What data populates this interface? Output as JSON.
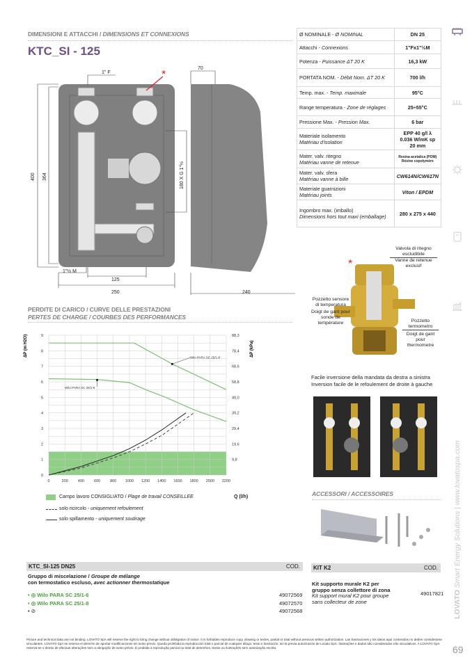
{
  "header": {
    "section": "DIMENSIONI E ATTACCHI / ",
    "section_fr": "DIMENSIONS ET CONNEXIONS",
    "title": "KTC_SI - 125"
  },
  "specs": [
    {
      "it": "Ø NOMINALE - ",
      "fr": "Ø NOMINAL",
      "value": "DN 25"
    },
    {
      "it": "Attacchi - ",
      "fr": "Connexions",
      "value": "1\"Fx1\"½M"
    },
    {
      "it": "Potenza - ",
      "fr": "Puissance ΔT 20 K",
      "value": "16,3 kW"
    },
    {
      "it": "PORTATA NOM.  - ",
      "fr": "Débit Nom. ΔT 20 K",
      "value": "700 l/h"
    },
    {
      "it": "Temp. max. - ",
      "fr": "Temp. maximale",
      "value": "95°C"
    },
    {
      "it": "Range temperatura  - ",
      "fr": "Zone de réglages",
      "value": "25÷55°C"
    },
    {
      "it": "Pressione Max. - ",
      "fr": "Pression Max.",
      "value": "6 bar"
    },
    {
      "it": "Materiale isolamento",
      "fr": "Matériau d'isolation",
      "value": "EPP 40 g/l λ 0.036 W/mK sp 20 mm"
    },
    {
      "it": "Mater. valv. ritegno",
      "fr": "Matériau vanne de retenue",
      "value": "Resina acetalica (POM) Résine copolymère"
    },
    {
      "it": "Mater. valv. sfera",
      "fr": "Matériau vanne à bille",
      "value": "CW614N/CW617N"
    },
    {
      "it": "Materiale guarnizioni",
      "fr": "Matériau joints",
      "value": "Viton / EPDM"
    },
    {
      "it": "Ingombro max. (imballo)",
      "fr": "Dimensions hors tout maxi (emballage)",
      "value": "280 x 275 x 440"
    }
  ],
  "drawing": {
    "d_1f": "1\" F",
    "d_70": "70",
    "d_400": "400",
    "d_364": "364",
    "d_180": "180 X G 1\"½",
    "d_1m": "1\"½ M",
    "d_125": "125",
    "d_250": "250",
    "d_240": "240",
    "star": "*"
  },
  "perf": {
    "section": "PERDITE DI CARICO / CURVE DELLE PRESTAZIONI",
    "section_fr": "PERTES DE CHARGE / COURBES DES PERFORMANCES",
    "legend": [
      {
        "it": "Campo lavoro CONSIGLIATO / ",
        "fr": "Plage de travail CONSEILLEE"
      },
      {
        "it": "solo ricircolo - ",
        "fr": "uniquement refoulement"
      },
      {
        "it": "solo spillamento - ",
        "fr": "uniquement soutirage"
      }
    ]
  },
  "chart_data": {
    "type": "line",
    "ylabel": "ΔP (m H2O)",
    "ylabel_right": "ΔP (kPa)",
    "xlabel": "Q (l/h)",
    "xlim": [
      0,
      2200
    ],
    "ylim": [
      0,
      9
    ],
    "xticks": [
      "0",
      "200",
      "400",
      "600",
      "800",
      "1000",
      "1200",
      "1400",
      "1600",
      "1800",
      "2000",
      "2200"
    ],
    "yticks": [
      "0",
      "1",
      "2",
      "3",
      "4",
      "5",
      "6",
      "7",
      "8",
      "9"
    ],
    "yticks_right": [
      "9,8",
      "19,6",
      "29,4",
      "39,2",
      "49,0",
      "58,8",
      "68,6",
      "78,4",
      "88,3"
    ],
    "band": {
      "label": "Campo lavoro CONSIGLIATO",
      "y": [
        0,
        1.5
      ],
      "color": "#8fcf86"
    },
    "series": [
      {
        "name": "Wilo PARA SC 25/1-8",
        "color": "#7fbf74",
        "style": "solid",
        "x": [
          0,
          1060,
          1530,
          2200
        ],
        "y": [
          8.5,
          8.5,
          7.15,
          5.5
        ],
        "marker": [
          1530,
          7.15
        ]
      },
      {
        "name": "Wilo PARA SC 25/1-6",
        "color": "#7fbf74",
        "style": "solid",
        "x": [
          0,
          600,
          1000,
          1200,
          1450,
          1800,
          2200
        ],
        "y": [
          6.2,
          6.15,
          5.95,
          5.5,
          5.0,
          4.2,
          3.45
        ],
        "marker": [
          600,
          6.12
        ]
      },
      {
        "name": "solo spillamento",
        "color": "#222222",
        "style": "solid",
        "x": [
          0,
          400,
          800,
          1000,
          1200,
          1400,
          1700
        ],
        "y": [
          0,
          0.55,
          1.25,
          1.7,
          2.25,
          2.9,
          4.0
        ]
      },
      {
        "name": "solo ricircolo",
        "color": "#444444",
        "style": "dashed",
        "x": [
          0,
          400,
          800,
          1000,
          1200,
          1400,
          1800
        ],
        "y": [
          0,
          0.45,
          1.1,
          1.5,
          2.0,
          2.55,
          4.0
        ]
      }
    ]
  },
  "valve": {
    "l1": "Valvola di ritegno escludibile",
    "l2": "Vanne de retenue exclusif",
    "l3": "Pozzetto sensore di temperatura",
    "l4": "Doigt de gant pour sonde de température",
    "l5": "Pozzetto termometro",
    "l6": "Doigt de gant pour thermometre",
    "inv_it": "Facile inversione della mandata da destra a sinistra",
    "inv_fr": "Inversion facile de le refoulement de droite à gauche"
  },
  "accessories": {
    "section": "ACCESSORI / ACCESSOIRES",
    "kit": "KIT K2",
    "cod": "COD.",
    "desc_it": "Kit supporto murale K2 per gruppo senza collettore di zona",
    "desc_fr": "Kit support mural K2 pour groupe sans collecteur de zone",
    "code": "49017821"
  },
  "product": {
    "name": "KTC_SI-125 DN25",
    "cod": "COD.",
    "desc1_it": "Gruppo di miscelazione / ",
    "desc1_fr": "Groupe de mélange",
    "desc2_it": "con termostatico escluso, ",
    "desc2_fr": "avec actionner thermostatique",
    "items": [
      {
        "label": "Wilo PARA SC 25/1-6",
        "code": "49072569"
      },
      {
        "label": "Wilo PARA SC 25/1-8",
        "code": "49072570"
      },
      {
        "label": "",
        "code": "49072568"
      }
    ]
  },
  "sidebar": {
    "brand": "LOVATO",
    "tagline": " Smart Energy Solutions  |  www.lovatospa.com",
    "page": "69"
  },
  "footer": "Picture and technical data are not binding. LOVATO SpA will reserve the right to bring change without obbligation of notice. It is forbidden reproduce copy, drawing or textes, partial or total without previous written authorization. Las ilustraciones y los datos aquí contenidos no deben considerarse vinculantes. LOVATO SpA se reserva el derecho de aportar modificaciones sin aviso previo. Queda prohibida la reproducción total o parcial de cualquier dibujo, texto o ilustración, sin la previa autorización de Lovato SpA. Ilustrações e dados são considerados não vinculativos. A LOVATO SpA reserva-se o direito de efectuar alterações sem a obrigação de aviso prévio. É proibida a reprodução parcial ou total de desenhos, textos ou ilustrações sem autorização escrita."
}
